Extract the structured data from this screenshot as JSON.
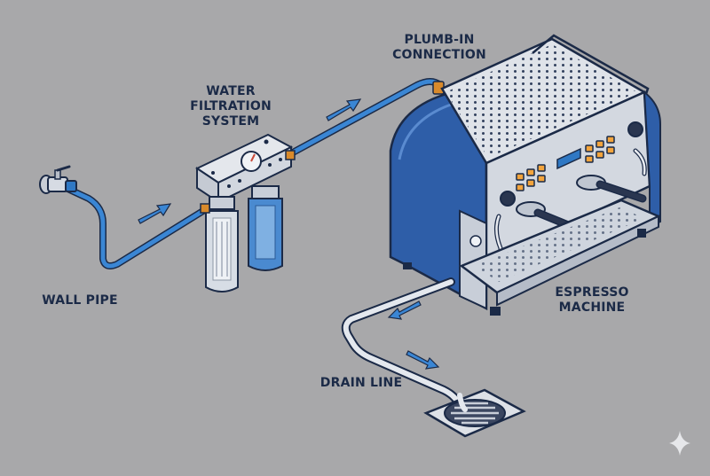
{
  "labels": {
    "water_filtration": [
      "WATER",
      "FILTRATION",
      "SYSTEM"
    ],
    "plumb_in": [
      "PLUMB-IN",
      "CONNECTION"
    ],
    "wall_pipe": "WALL PIPE",
    "espresso_machine": [
      "ESPRESSO",
      "MACHINE"
    ],
    "drain_line": "DRAIN LINE"
  },
  "colors": {
    "background": "#a8a8aa",
    "pipe": "#2f78c4",
    "machine_body": "#2e5ea8",
    "steel": "#d6dbe3",
    "label_text": "#1b2a47",
    "fitting": "#d98a2b"
  },
  "icons": [
    "sparkle-icon"
  ]
}
